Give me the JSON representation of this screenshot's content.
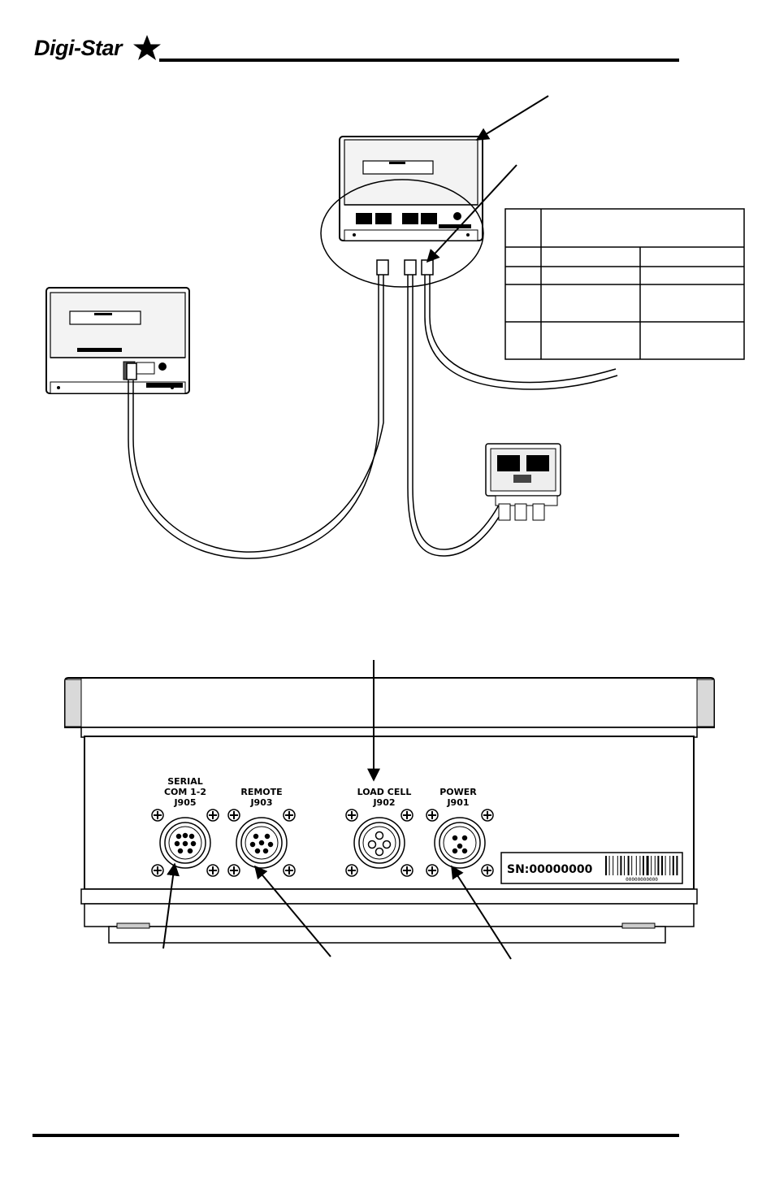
{
  "brand": {
    "logo_text": "Digi-Star"
  },
  "ports": [
    {
      "name": "SERIAL",
      "line2": "COM 1-2",
      "code": "J905"
    },
    {
      "name": "REMOTE",
      "line2": "",
      "code": "J903"
    },
    {
      "name": "LOAD CELL",
      "line2": "",
      "code": "J902"
    },
    {
      "name": "POWER",
      "line2": "",
      "code": "J901"
    }
  ],
  "serial": {
    "label": "SN:00000000",
    "barcode_number": "00000000000"
  },
  "colors": {
    "ink": "#000000",
    "paper": "#ffffff",
    "case_gray": "#e6e6e6"
  }
}
